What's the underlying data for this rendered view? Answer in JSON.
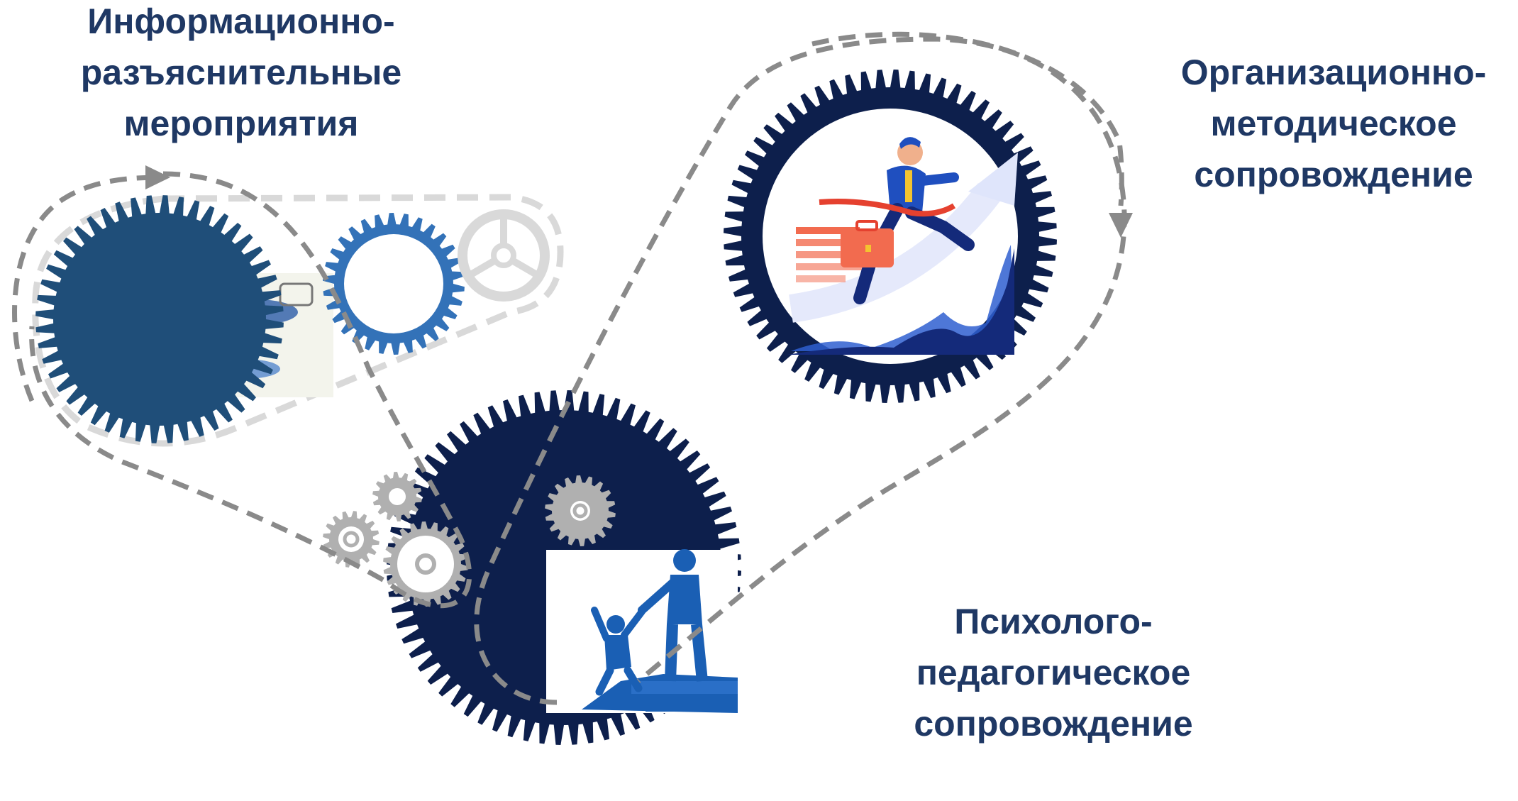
{
  "labels": {
    "info": [
      "Информационно-",
      "разъяснительные",
      "мероприятия"
    ],
    "org": [
      "Организационно-",
      "методическое",
      "сопровождение"
    ],
    "psy": [
      "Психолого-",
      "педагогическое",
      "сопровождение"
    ]
  },
  "colors": {
    "label_text": "#1f3864",
    "gear_navy": "#0d1f4c",
    "gear_steelblue": "#1f4e79",
    "gear_midblue": "#3372b8",
    "gear_gray": "#b0b0b0",
    "gear_light": "#d9d9d9",
    "dashed": "#8a8a8a",
    "illus_blue": "#2f5fd0",
    "illus_navy": "#142a7a",
    "illus_orange": "#f26b4f",
    "illus_yellow": "#f4c430"
  },
  "icons": [
    "gear-icon",
    "business-runner-illustration",
    "helping-hand-climb-illustration",
    "handshake-illustration"
  ]
}
